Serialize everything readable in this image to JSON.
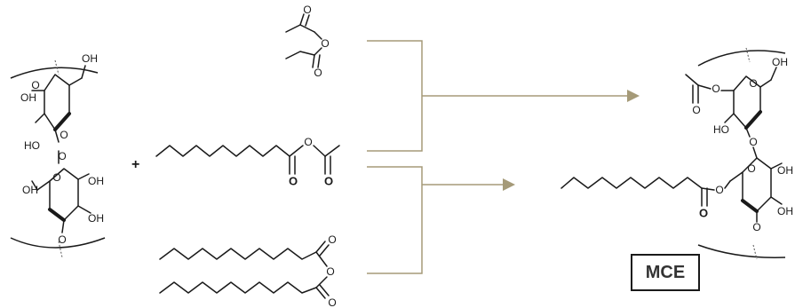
{
  "atoms": {
    "O": "O",
    "OH": "OH",
    "HO": "HO"
  },
  "plus_sign": "+",
  "product_label": "MCE",
  "colors": {
    "route_arrows": "#a59a78",
    "bonds": "#1a1a1a"
  }
}
